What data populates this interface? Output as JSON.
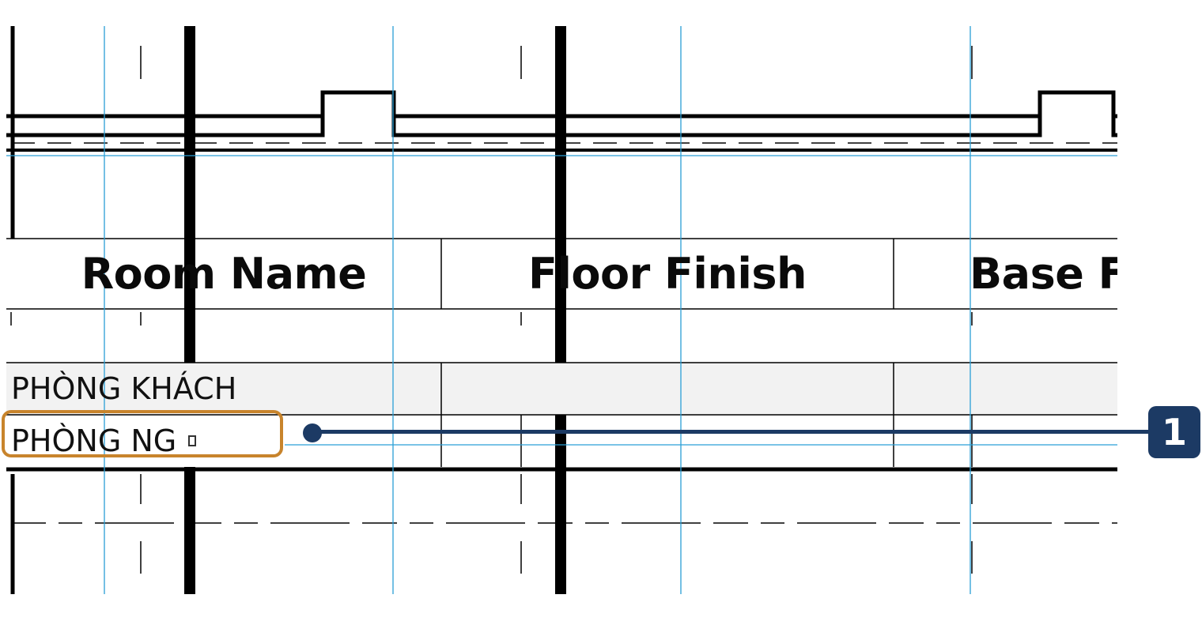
{
  "schedule": {
    "headers": [
      "Room Name",
      "Floor Finish",
      "Base Fi"
    ],
    "rows": [
      {
        "room_name": "PHÒNG KHÁCH",
        "floor_finish": "",
        "base_finish": ""
      },
      {
        "room_name": "PHÒNG NG",
        "floor_finish": "",
        "base_finish": ""
      }
    ]
  },
  "callout": {
    "number": "1"
  },
  "colors": {
    "grid_line": "#2a9fd6",
    "callout_box": "#c8842c",
    "callout_marker": "#1c3a64",
    "row_highlight": "#f2f2f2"
  }
}
